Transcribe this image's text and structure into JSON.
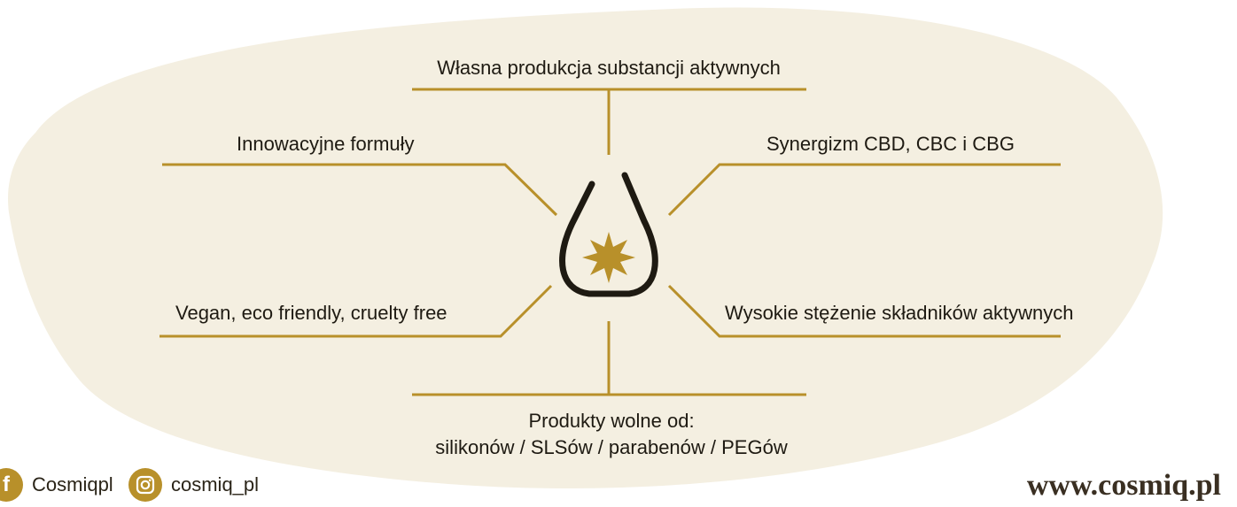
{
  "colors": {
    "blob": "#f4efe1",
    "line": "#b8902a",
    "outline": "#1e1a12"
  },
  "features": {
    "top": "Własna produkcja substancji aktywnych",
    "upper_left": "Innowacyjne formuły",
    "upper_right": "Synergizm CBD, CBC i CBG",
    "lower_left": "Vegan, eco friendly, cruelty free",
    "lower_right": "Wysokie stężenie składników aktywnych",
    "bottom_line1": "Produkty wolne od:",
    "bottom_line2": "silikonów / SLSów / parabenów / PEGów"
  },
  "center_icon": "drop-with-star-icon",
  "footer": {
    "facebook_icon": "facebook-icon",
    "facebook_name": "Cosmiqpl",
    "instagram_icon": "instagram-icon",
    "instagram_name": "cosmiq_pl",
    "website": "www.cosmiq.pl"
  }
}
